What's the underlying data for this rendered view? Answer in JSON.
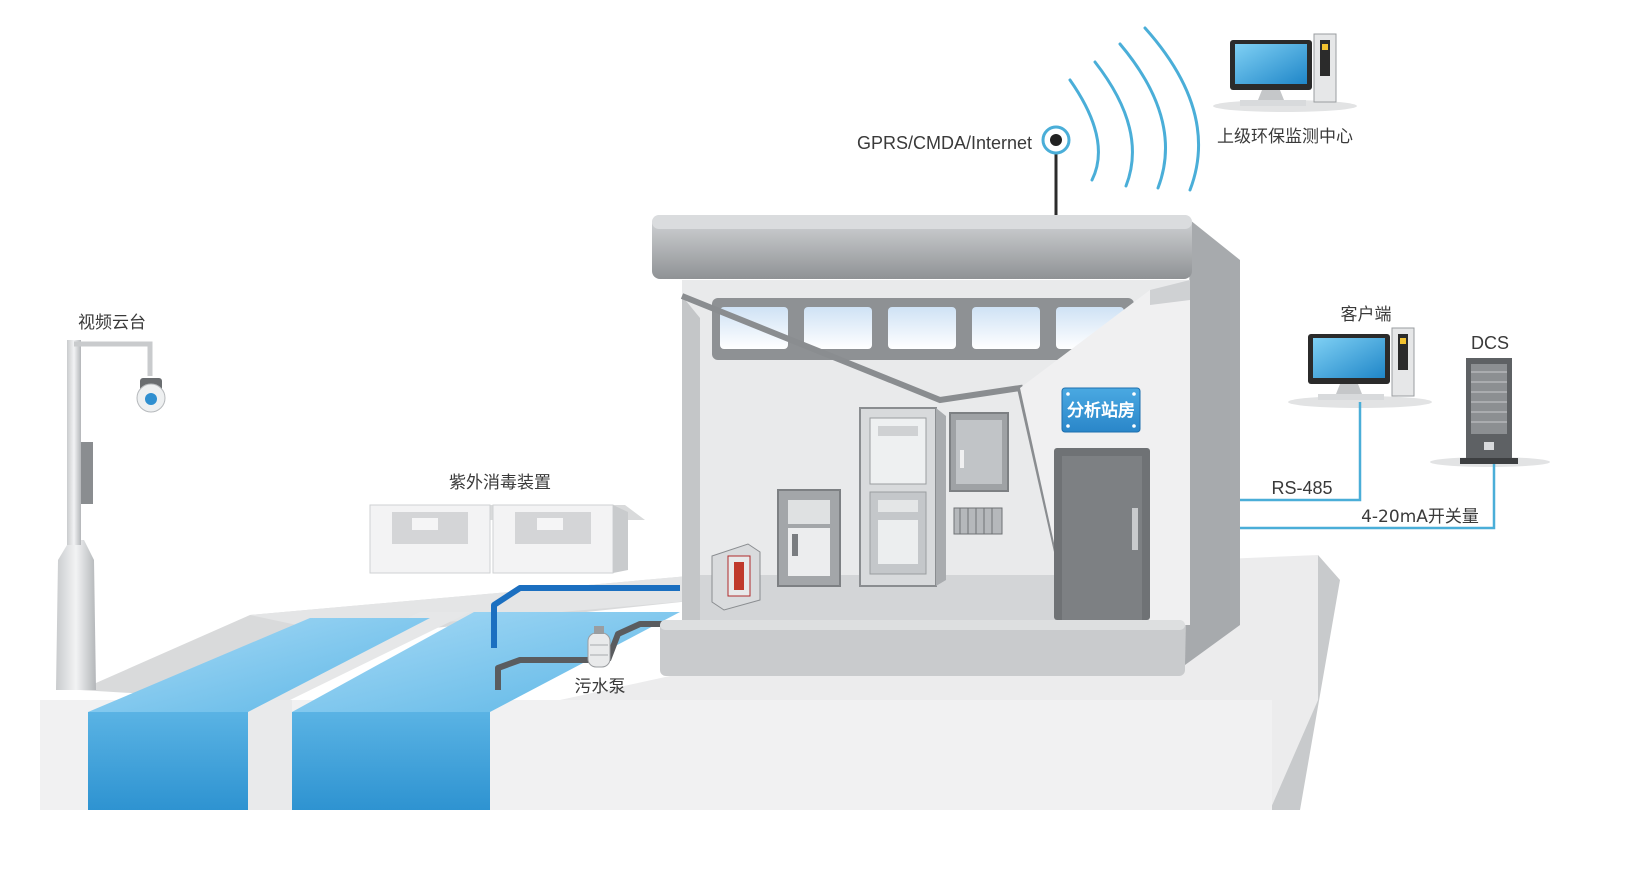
{
  "labels": {
    "camera": "视频云台",
    "uv": "紫外消毒装置",
    "pump": "污水泵",
    "network": "GPRS/CMDA/Internet",
    "center": "上级环保监测中心",
    "client": "客户端",
    "dcs": "DCS",
    "rs485": "RS-485",
    "analog": "4-20mA开关量",
    "station": "分析站房"
  },
  "colors": {
    "water": "#3a9fd8",
    "water_light": "#7fc6ee",
    "pipe_blue": "#1b6fc0",
    "signal": "#4aaed8",
    "wall": "#b9bcbf",
    "sign": "#2f8fd0"
  },
  "icons": [
    "antenna-icon",
    "wifi-wave-icon",
    "monitor-icon",
    "server-icon",
    "camera-icon"
  ]
}
